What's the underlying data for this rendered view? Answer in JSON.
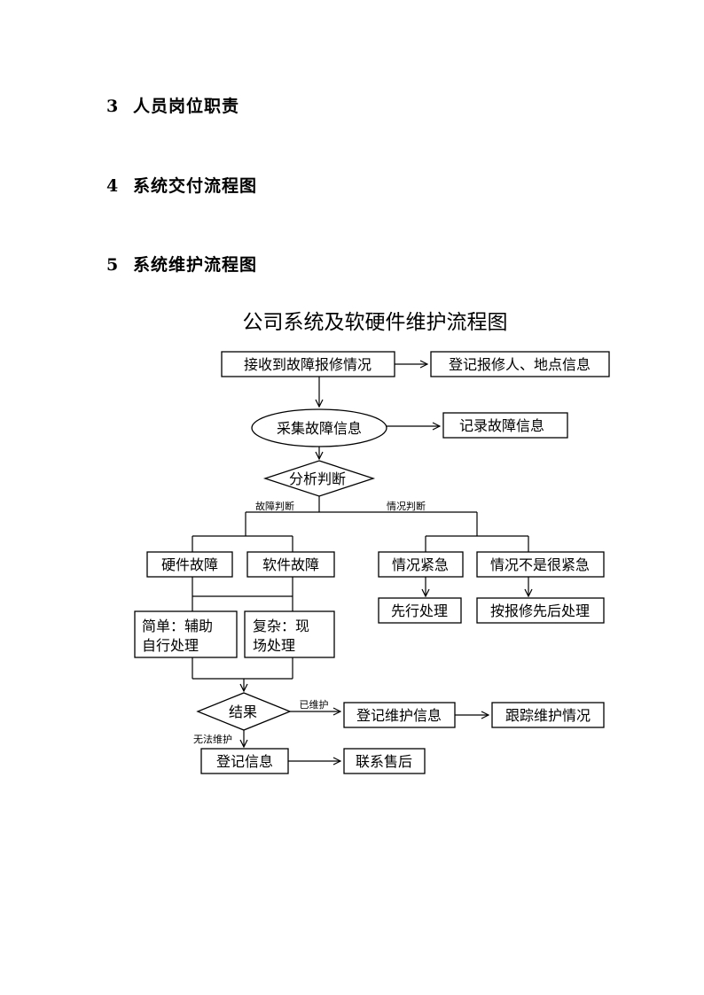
{
  "sections": [
    {
      "number": "3",
      "title": "人员岗位职责"
    },
    {
      "number": "4",
      "title": "系统交付流程图"
    },
    {
      "number": "5",
      "title": "系统维护流程图"
    }
  ],
  "flowchart": {
    "title": "公司系统及软硬件维护流程图",
    "nodes": {
      "receive": "接收到故障报修情况",
      "register_repair": "登记报修人、地点信息",
      "collect": "采集故障信息",
      "record": "记录故障信息",
      "analyze": "分析判断",
      "hardware": "硬件故障",
      "software": "软件故障",
      "urgent": "情况紧急",
      "not_urgent": "情况不是很紧急",
      "handle_first": "先行处理",
      "handle_by_order": "按报修先后处理",
      "simple_1": "简单：辅助",
      "simple_2": "自行处理",
      "complex_1": "复杂：现",
      "complex_2": "场处理",
      "result": "结果",
      "register_maintenance": "登记维护信息",
      "track": "跟踪维护情况",
      "register_info": "登记信息",
      "contact": "联系售后"
    },
    "edge_labels": {
      "fault": "故障判断",
      "situation": "情况判断",
      "maintained": "已维护",
      "cannot": "无法维护"
    }
  }
}
